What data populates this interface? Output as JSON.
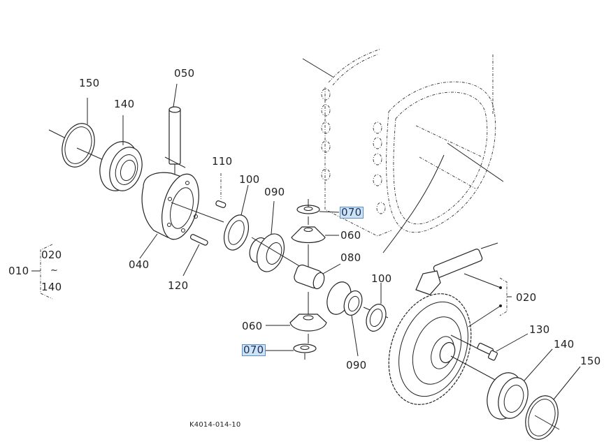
{
  "diagram": {
    "drawing_code": "K4014-014-10",
    "labels": {
      "p150_left": "150",
      "p140_left": "140",
      "p050": "050",
      "p110": "110",
      "p100_top": "100",
      "p090_top": "090",
      "p070_top": "070",
      "p060_top": "060",
      "p080": "080",
      "p040": "040",
      "p120": "120",
      "p100_right": "100",
      "p060_bottom": "060",
      "p070_bottom": "070",
      "p090_bottom": "090",
      "p020": "020",
      "p130": "130",
      "p140_right": "140",
      "p150_right": "150"
    },
    "assembly_group": {
      "parent": "010",
      "range_start": "020",
      "range_separator": "~",
      "range_end": "140"
    },
    "highlighted_parts": [
      "070"
    ],
    "highlight_color": "#cfe3f7"
  }
}
